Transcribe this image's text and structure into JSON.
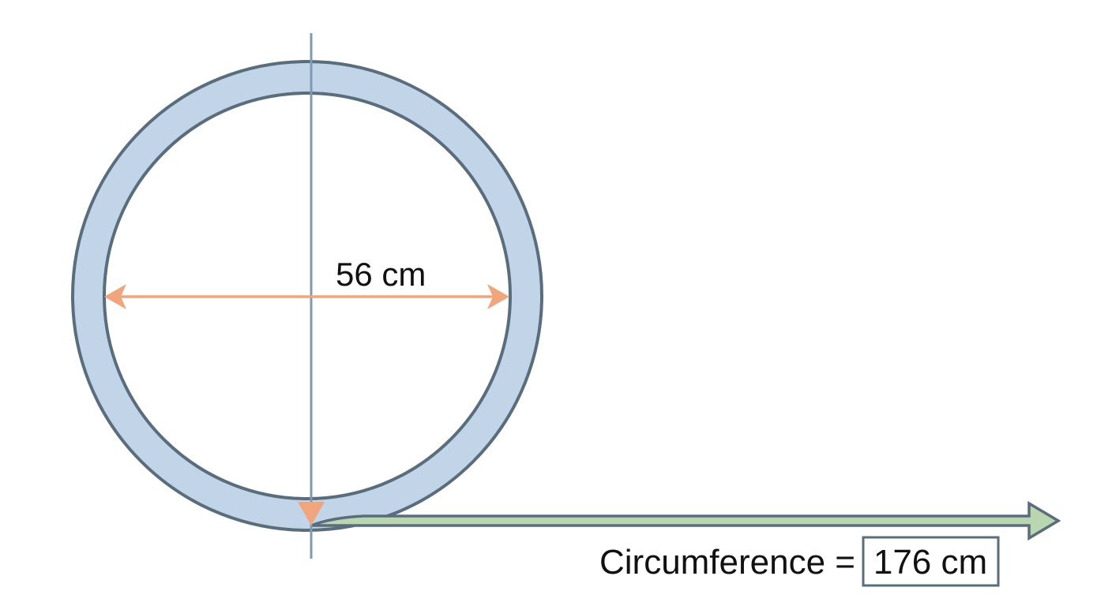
{
  "diameter": {
    "label": "56 cm",
    "arrow_color": "#f0a57c"
  },
  "circumference": {
    "label": "Circumference =",
    "value": "176 cm",
    "arrow_color": "#b9d6b1"
  },
  "wheel": {
    "fill_color": "#c2d5e8",
    "outline_color": "#5a6d7c"
  },
  "guide_line_color": "#7f9bb0"
}
